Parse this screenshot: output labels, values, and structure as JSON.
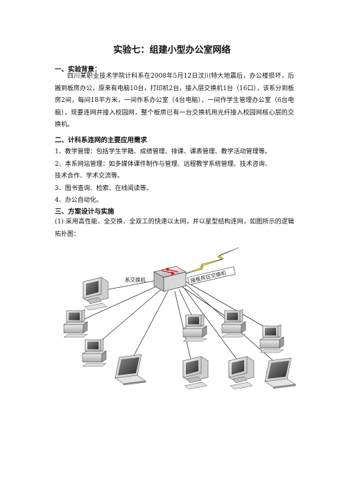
{
  "title": "实验七：组建小型办公室网络",
  "section1": {
    "heading": "一、实验背景：",
    "body": "四川某职业技术学院计科系在2008年5月12日汶川特大地震后，办公楼损坏，后搬到板房办公，原来有电脑10台，打印机2台，接入层交换机1台（16口），该系分到板房2间，每间18平方米，一间作系办公室（4台电脑），一间作学生管理办公室（6台电脑），现要连网并接入校园网，整个板房已有一台交换机用光纤接入校园网核心层的交换机。"
  },
  "section2": {
    "heading": "二、计科系连网的主要应用需求",
    "items": [
      "1、教学管理：包括学生学籍、成绩管理、排课、课表管理、教学活动管理等。",
      "2、本系网站管理：如多媒体课件制作与管理、远程教学系统管理、技术咨询、",
      "技术合作、学术交流等。",
      "3、图书查询、检索、在线阅读等。",
      "4、办公自动化。"
    ]
  },
  "section3": {
    "heading": "三、方案设计与实施",
    "body": "(1) 采用高性能、全交换、全双工的快速以太网，并以星型结构连网，如图所示的逻辑拓扑图："
  },
  "diagram": {
    "switch_label": "系交换机",
    "uplink_label": "接板房区交换机"
  }
}
